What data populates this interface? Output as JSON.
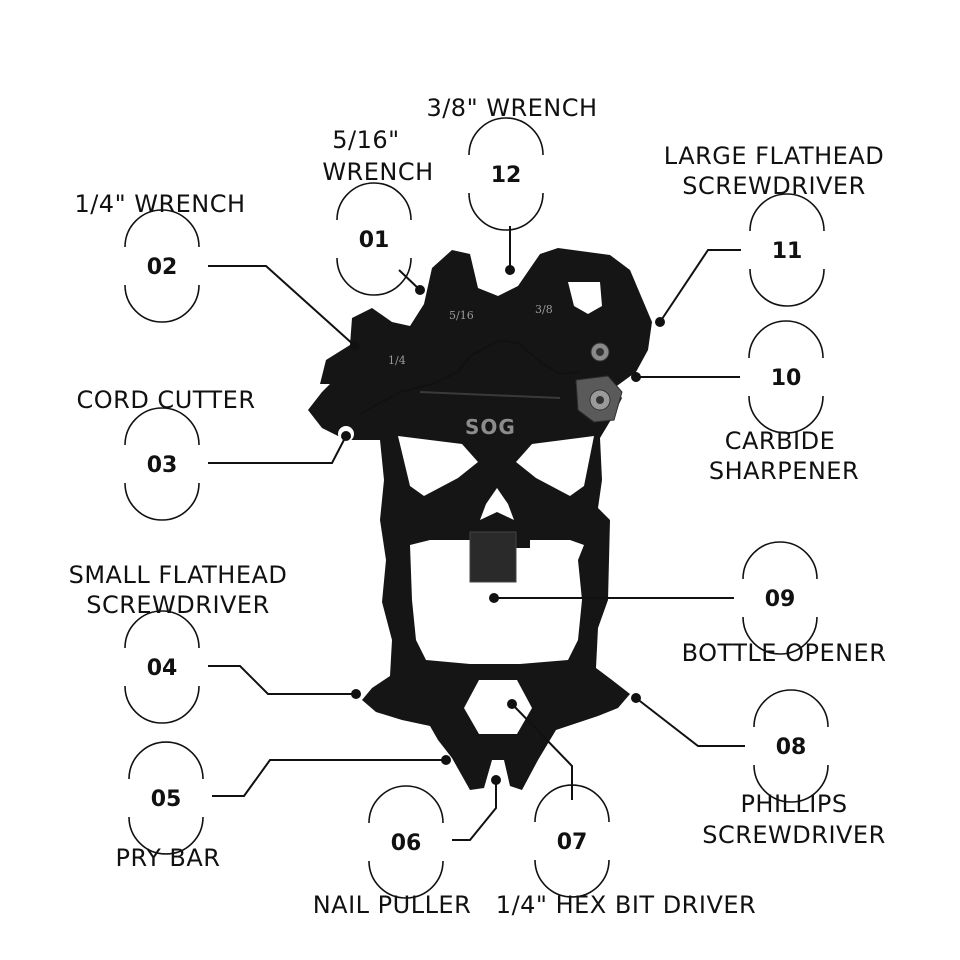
{
  "tool": {
    "brand": "SOG",
    "engravings": {
      "quarter": "1/4",
      "five_sixteenths": "5/16",
      "three_eighths": "3/8"
    }
  },
  "callouts": [
    {
      "number": "01",
      "label_lines": [
        "5/16\"",
        "WRENCH"
      ]
    },
    {
      "number": "02",
      "label_lines": [
        "1/4\" WRENCH"
      ]
    },
    {
      "number": "03",
      "label_lines": [
        "CORD CUTTER"
      ]
    },
    {
      "number": "04",
      "label_lines": [
        "SMALL FLATHEAD",
        "SCREWDRIVER"
      ]
    },
    {
      "number": "05",
      "label_lines": [
        "PRY BAR"
      ]
    },
    {
      "number": "06",
      "label_lines": [
        "NAIL PULLER"
      ]
    },
    {
      "number": "07",
      "label_lines": [
        "1/4\" HEX BIT DRIVER"
      ]
    },
    {
      "number": "08",
      "label_lines": [
        "PHILLIPS",
        "SCREWDRIVER"
      ]
    },
    {
      "number": "09",
      "label_lines": [
        "BOTTLE OPENER"
      ]
    },
    {
      "number": "10",
      "label_lines": [
        "CARBIDE",
        "SHARPENER"
      ]
    },
    {
      "number": "11",
      "label_lines": [
        "LARGE FLATHEAD",
        "SCREWDRIVER"
      ]
    },
    {
      "number": "12",
      "label_lines": [
        "3/8\" WRENCH"
      ]
    }
  ]
}
